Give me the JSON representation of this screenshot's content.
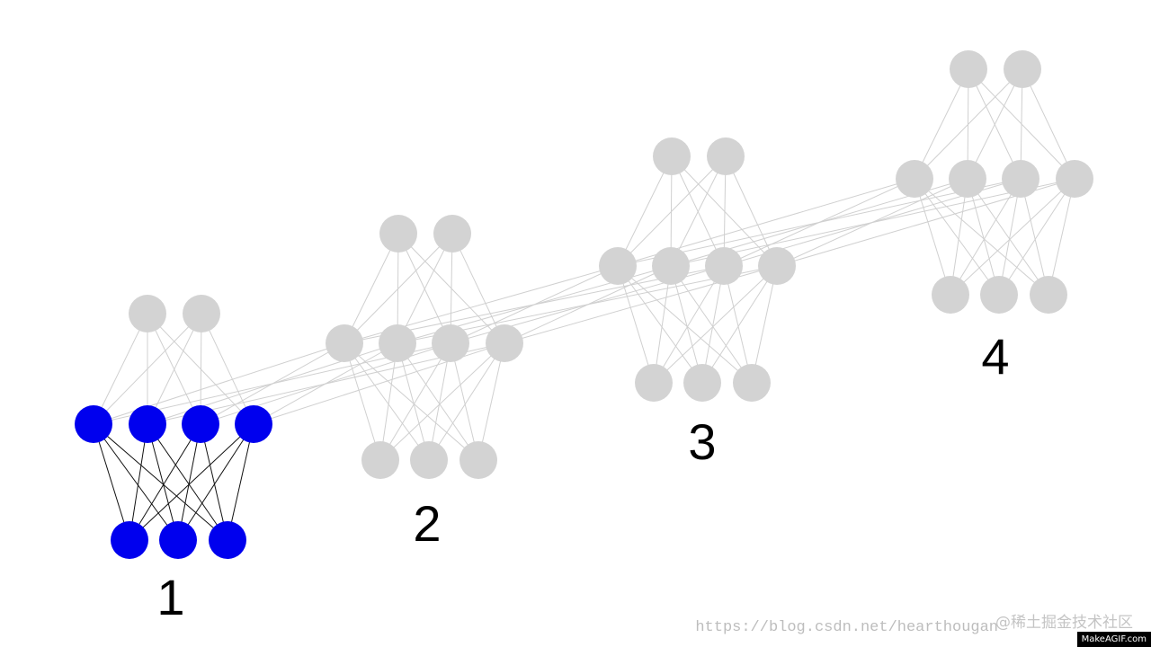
{
  "colors": {
    "active_node": "#0000ee",
    "inactive_node": "#d3d3d3",
    "active_edge": "#111111",
    "inactive_edge": "#d0d0d0"
  },
  "modules": [
    {
      "label": "1",
      "active": true
    },
    {
      "label": "2",
      "active": false
    },
    {
      "label": "3",
      "active": false
    },
    {
      "label": "4",
      "active": false
    }
  ],
  "watermark": {
    "url": "https://blog.csdn.net/hearthougan",
    "site": "@稀土掘金技术社区"
  },
  "badge": "MakeAGIF.com"
}
